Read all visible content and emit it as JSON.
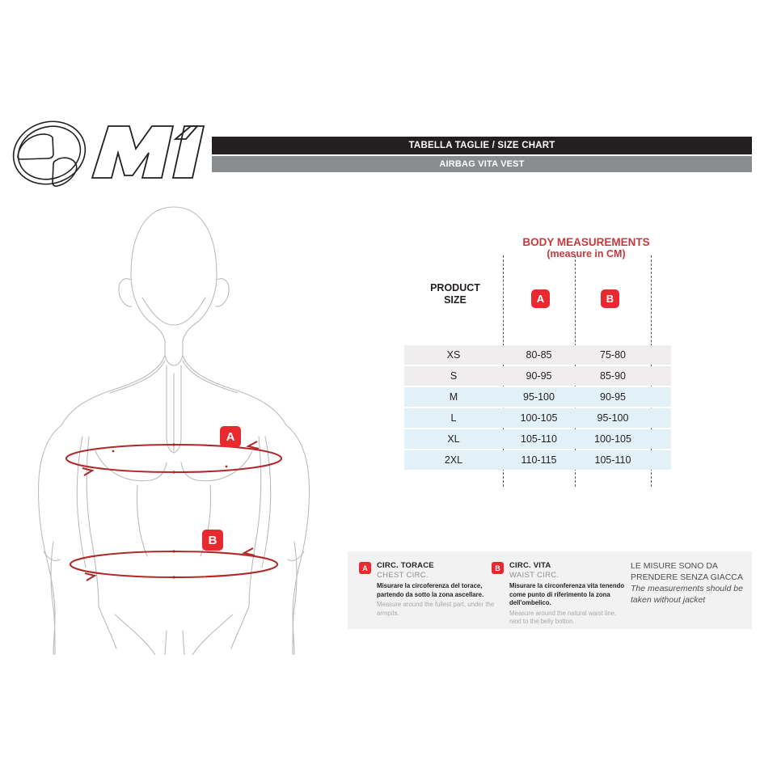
{
  "header": {
    "title": "TABELLA TAGLIE / SIZE CHART",
    "subtitle": "AIRBAG VITA VEST"
  },
  "logo": {
    "wordmark": "M1",
    "emblem": "m1-oval-emblem-icon"
  },
  "table": {
    "measurements_title": "BODY MEASUREMENTS",
    "measurements_subtitle": "(measure in CM)",
    "product_size_label_line1": "PRODUCT",
    "product_size_label_line2": "SIZE",
    "col_a_badge": "A",
    "col_b_badge": "B",
    "rows": [
      {
        "size": "XS",
        "a": "80-85",
        "b": "75-80",
        "tint": "warm"
      },
      {
        "size": "S",
        "a": "90-95",
        "b": "85-90",
        "tint": "warm"
      },
      {
        "size": "M",
        "a": "95-100",
        "b": "90-95",
        "tint": "cool"
      },
      {
        "size": "L",
        "a": "100-105",
        "b": "95-100",
        "tint": "cool"
      },
      {
        "size": "XL",
        "a": "105-110",
        "b": "100-105",
        "tint": "cool"
      },
      {
        "size": "2XL",
        "a": "110-115",
        "b": "105-110",
        "tint": "cool"
      }
    ]
  },
  "figure": {
    "marker_a": "A",
    "marker_b": "B",
    "alt": "front view line drawing of male torso with chest and waist measuring ellipses"
  },
  "legend": {
    "a": {
      "badge": "A",
      "title_it": "CIRC. TORACE",
      "title_en": "CHEST CIRC.",
      "desc_it": "Misurare la circoferenza del torace, partendo da sotto la zona ascellare.",
      "desc_en": "Measure around the fullest part, under the armpits."
    },
    "b": {
      "badge": "B",
      "title_it": "CIRC. VITA",
      "title_en": "WAIST CIRC.",
      "desc_it": "Misurare la circonferenza vita tenendo come punto di riferimento la zona dell'ombelico.",
      "desc_en": "Measure around the natural waist line, next to the belly botton."
    },
    "note": {
      "it": "LE MISURE SONO DA PRENDERE SENZA GIACCA",
      "en": "The measurements should be taken without jacket"
    }
  },
  "colors": {
    "brand_red": "#e8292f",
    "title_red": "#c8393e",
    "header_dark": "#231f20",
    "header_gray": "#8a8d8f",
    "row_warm": "#efedee",
    "row_cool": "#e2f0f7",
    "legend_bg": "#f2f2f2",
    "figure_line": "#b9bcc0"
  }
}
